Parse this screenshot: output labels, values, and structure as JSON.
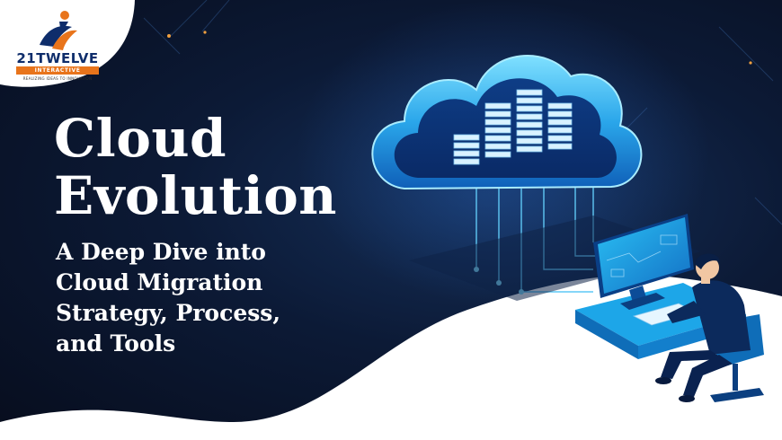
{
  "logo": {
    "brand": "21TWELVE",
    "sub": "INTERACTIVE",
    "tagline": "REALIZING IDEAS TO INNOVATION"
  },
  "headline": {
    "line1": "Cloud",
    "line2": "Evolution"
  },
  "subheadline": {
    "line1": "A Deep Dive into",
    "line2": "Cloud Migration",
    "line3": "Strategy, Process,",
    "line4": "and Tools"
  },
  "colors": {
    "background": "#0c1a36",
    "accent": "#2bb6f0",
    "logo_orange": "#e8741b",
    "logo_navy": "#0e2d6b",
    "text": "#ffffff"
  }
}
